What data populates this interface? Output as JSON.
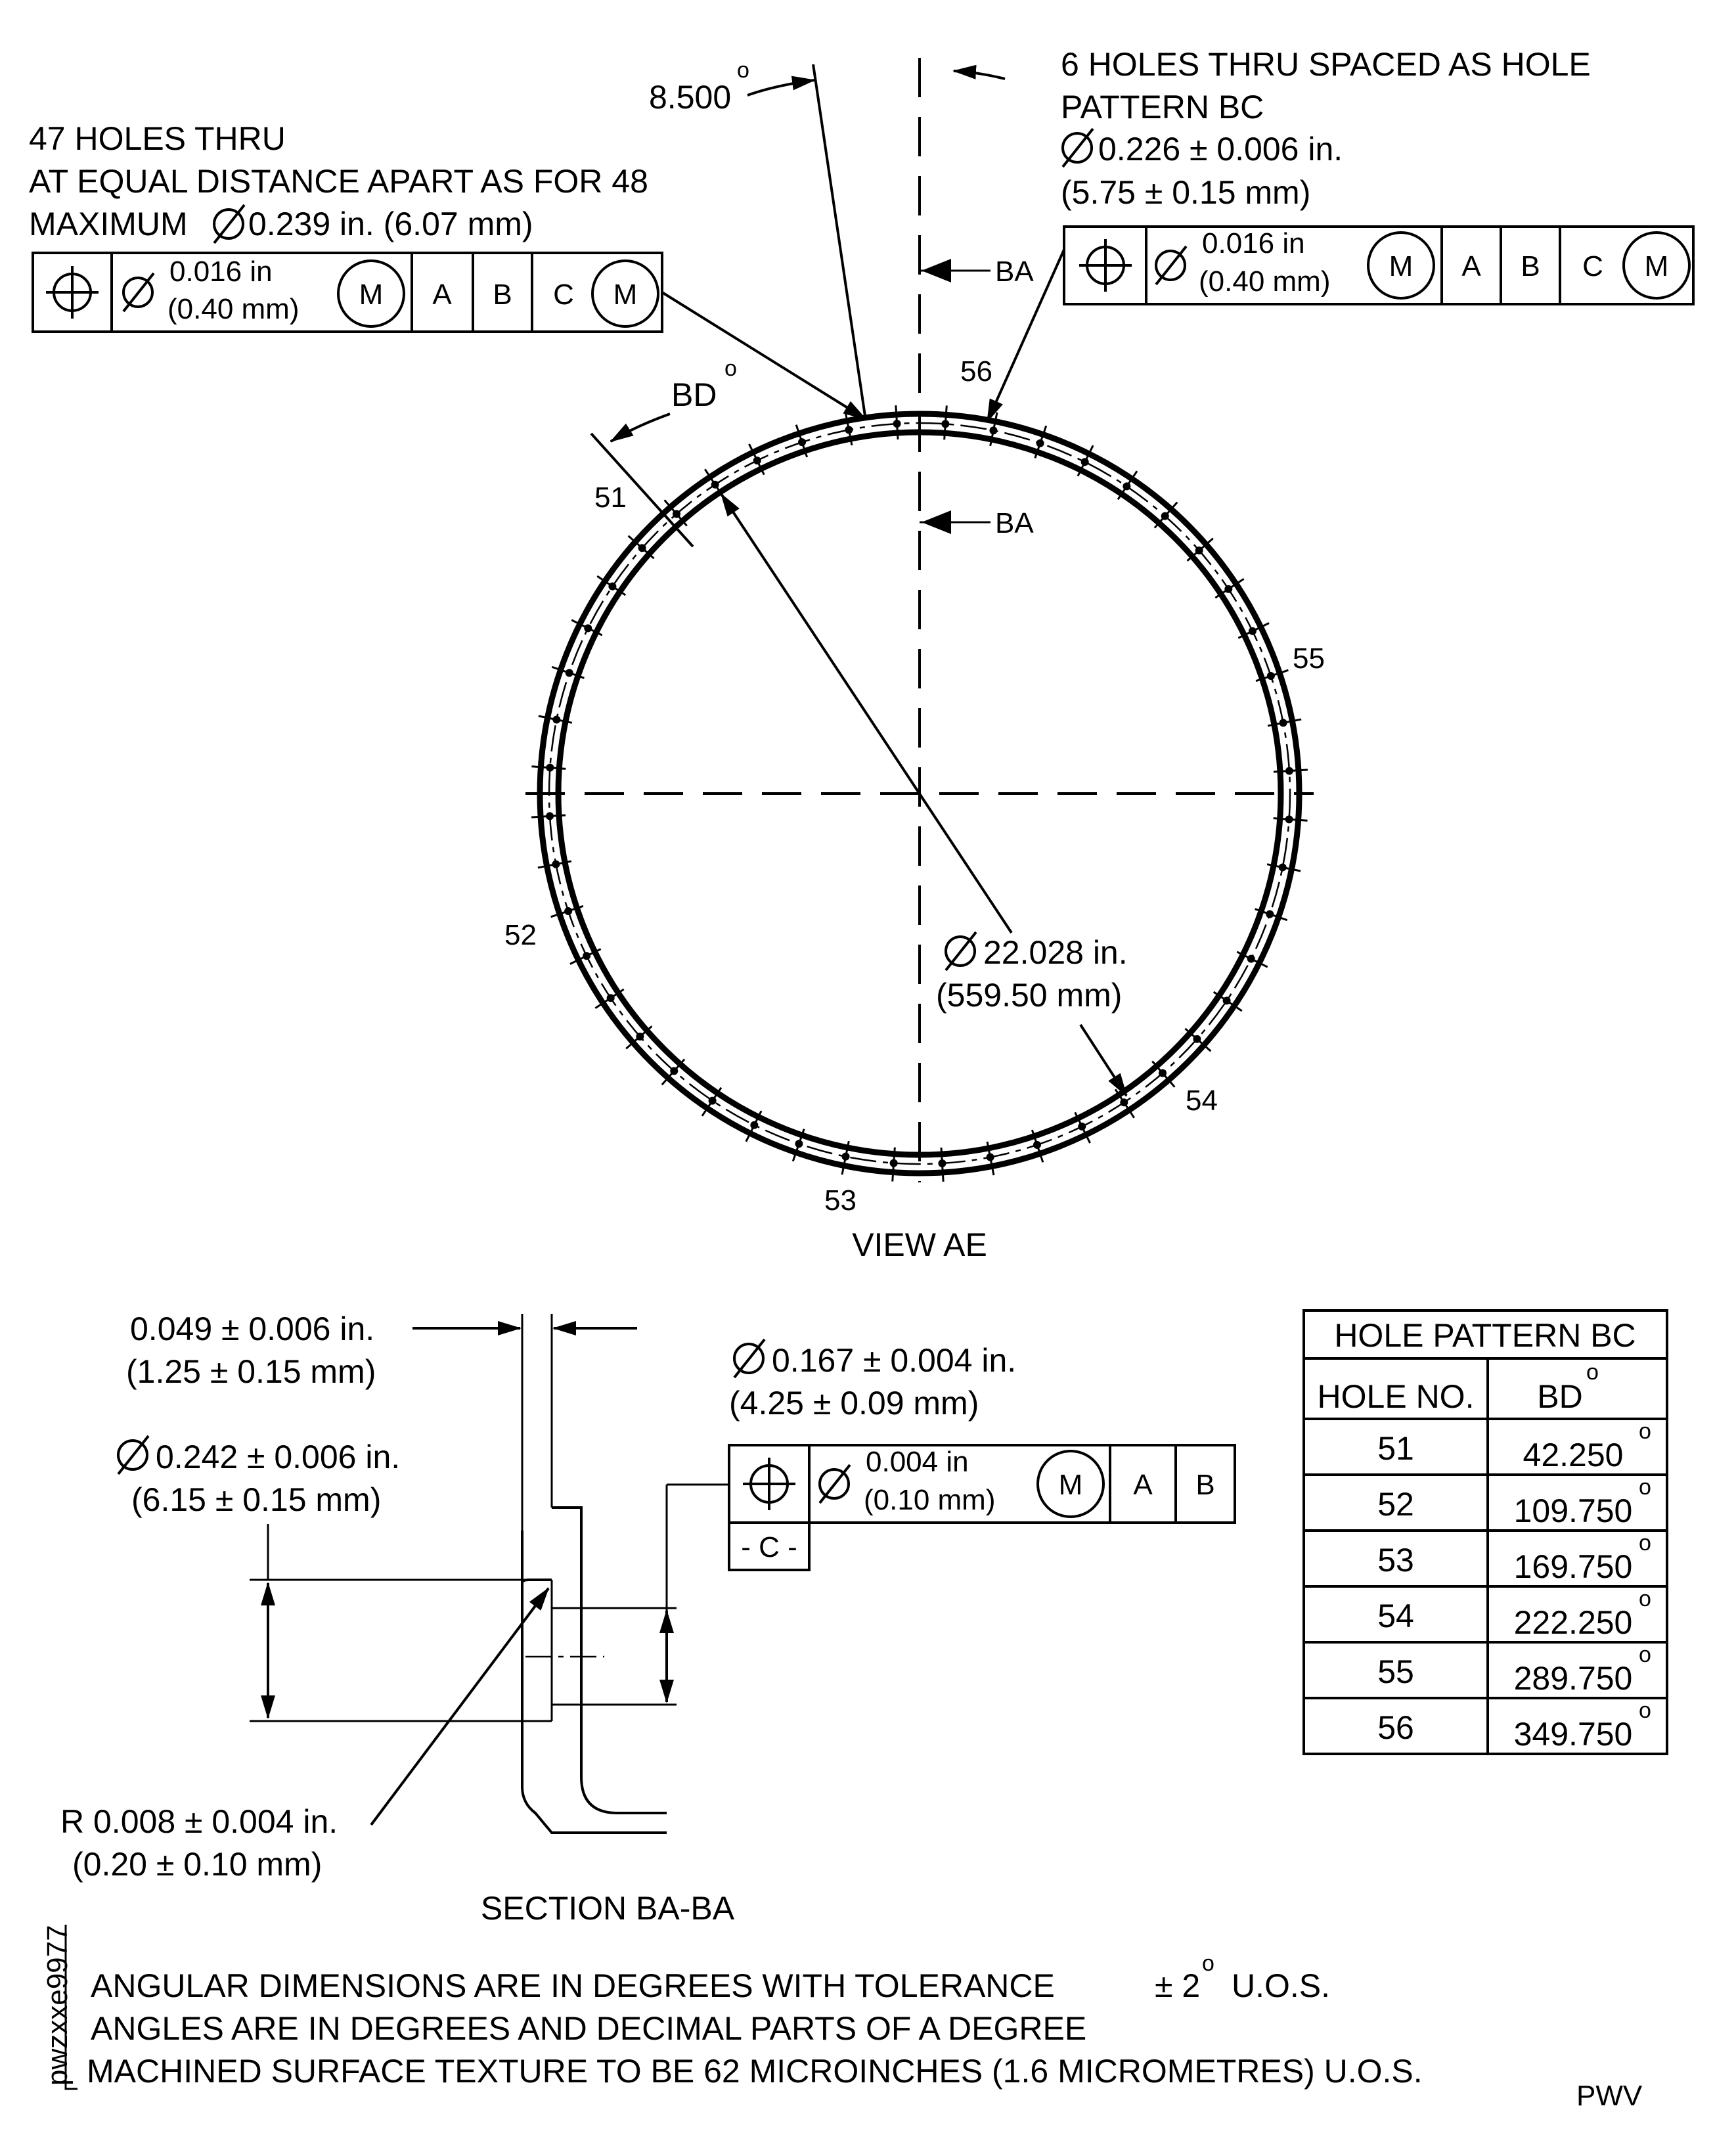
{
  "note_47_holes": {
    "line1": "47 HOLES THRU",
    "line2": "AT EQUAL DISTANCE APART AS FOR 48",
    "line3_prefix": "MAXIMUM",
    "line3_value": "0.239 in. (6.07 mm)"
  },
  "fcf_47_holes": {
    "tol_in": "0.016 in",
    "tol_mm": "(0.40 mm)",
    "mod1": "M",
    "datum_a": "A",
    "datum_b": "B",
    "datum_c": "C",
    "mod2": "M"
  },
  "angle_top": {
    "value": "8.500",
    "unit": "o"
  },
  "note_6_holes": {
    "line1": "6 HOLES THRU SPACED AS HOLE",
    "line2": "PATTERN BC",
    "line3": "0.226 ± 0.006 in.",
    "line4": "(5.75 ± 0.15 mm)"
  },
  "fcf_6_holes": {
    "tol_in": "0.016 in",
    "tol_mm": "(0.40 mm)",
    "mod1": "M",
    "datum_a": "A",
    "datum_b": "B",
    "datum_c": "C",
    "mod2": "M"
  },
  "section_markers": {
    "top": "BA",
    "bottom": "BA"
  },
  "angle_bd": {
    "label": "BD",
    "unit": "o"
  },
  "hole_callouts": {
    "h51": "51",
    "h52": "52",
    "h53": "53",
    "h54": "54",
    "h55": "55",
    "h56": "56"
  },
  "diameter_main": {
    "inch": "22.028 in.",
    "mm": "(559.50 mm)"
  },
  "view_title": "VIEW AE",
  "section": {
    "thickness_in": "0.049 ± 0.006 in.",
    "thickness_mm": "(1.25 ± 0.15 mm)",
    "counterbore_in": "0.242 ± 0.006 in.",
    "counterbore_mm": "(6.15 ± 0.15 mm)",
    "hole_in": "0.167 ± 0.004 in.",
    "hole_mm": "(4.25 ± 0.09 mm)",
    "fcf": {
      "tol_in": "0.004 in",
      "tol_mm": "(0.10 mm)",
      "mod": "M",
      "datum_a": "A",
      "datum_b": "B",
      "datum_c_label": "- C -"
    },
    "radius_in": "R 0.008 ± 0.004 in.",
    "radius_mm": "(0.20 ± 0.10 mm)",
    "title": "SECTION BA-BA"
  },
  "hole_table": {
    "title": "HOLE PATTERN BC",
    "col_hole": "HOLE NO.",
    "col_bd": "BD",
    "rows": [
      {
        "hole": "51",
        "bd": "42.250"
      },
      {
        "hole": "52",
        "bd": "109.750"
      },
      {
        "hole": "53",
        "bd": "169.750"
      },
      {
        "hole": "54",
        "bd": "222.250"
      },
      {
        "hole": "55",
        "bd": "289.750"
      },
      {
        "hole": "56",
        "bd": "349.750"
      }
    ]
  },
  "notes": {
    "line1_a": "ANGULAR DIMENSIONS ARE IN DEGREES WITH TOLERANCE",
    "line1_b": "± 2",
    "line1_c": "U.O.S.",
    "line2": "ANGLES ARE IN DEGREES AND DECIMAL PARTS OF A DEGREE",
    "line3": "MACHINED SURFACE TEXTURE TO BE 62 MICROINCHES (1.6 MICROMETRES) U.O.S."
  },
  "figure_id": "pwzxxe9977",
  "brand": "PWV",
  "degree_symbol": "o"
}
